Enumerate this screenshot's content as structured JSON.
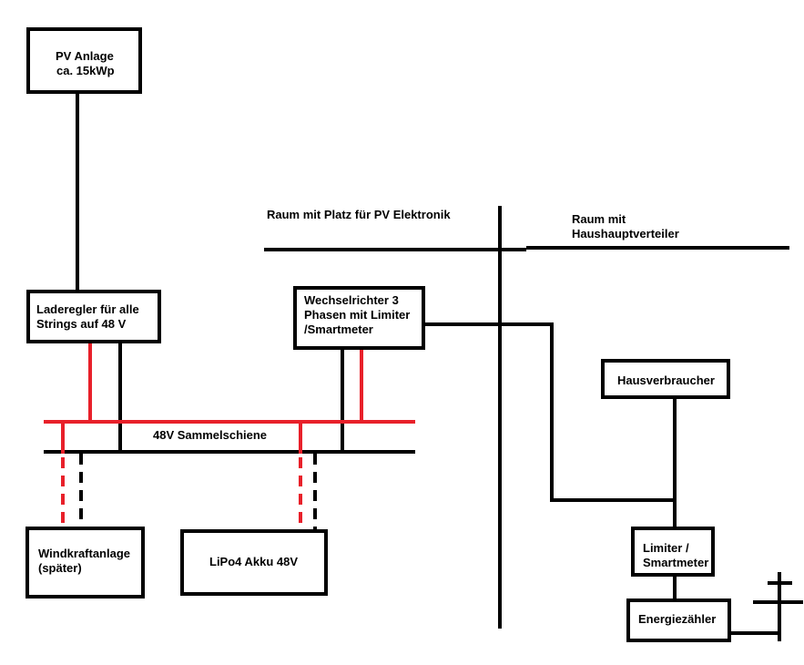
{
  "colors": {
    "black_wire": "#000000",
    "red_wire": "#e8202a"
  },
  "boxes": {
    "pv_anlage": {
      "line1": "PV Anlage",
      "line2": "ca. 15kWp"
    },
    "laderegler": {
      "line1": "Laderegler für alle",
      "line2": "Strings auf 48 V"
    },
    "wechselrichter": {
      "line1": "Wechselrichter 3",
      "line2": "Phasen mit Limiter",
      "line3": "/Smartmeter"
    },
    "hausverbraucher": {
      "line1": "Hausverbraucher"
    },
    "windkraft": {
      "line1": "Windkraftanlage",
      "line2": "(später)"
    },
    "lipo": {
      "line1": "LiPo4 Akku 48V"
    },
    "limiter": {
      "line1": "Limiter /",
      "line2": "Smartmeter"
    },
    "energiezaehler": {
      "line1": "Energiezähler"
    }
  },
  "labels": {
    "raum_pv": "Raum mit Platz für PV Elektronik",
    "raum_haus_line1": "Raum mit",
    "raum_haus_line2": "Haushauptverteiler",
    "sammelschiene": "48V Sammelschiene"
  }
}
